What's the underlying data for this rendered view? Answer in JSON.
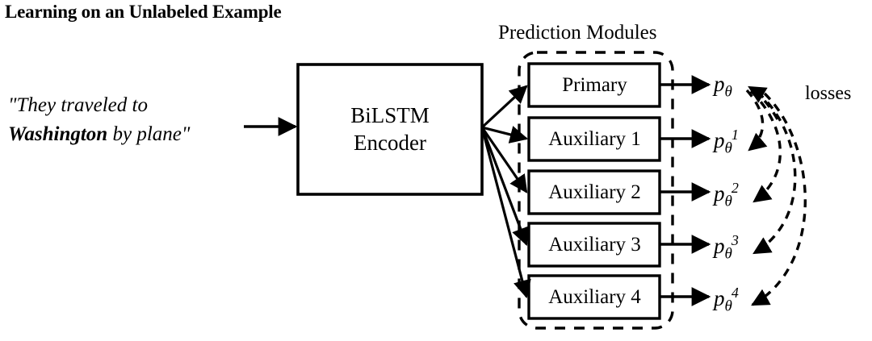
{
  "title": "Learning on an Unlabeled Example",
  "input": {
    "line1": "\"They traveled to",
    "line2_bold": "Washington",
    "line2_rest": " by plane\""
  },
  "encoder": {
    "line1": "BiLSTM",
    "line2": "Encoder"
  },
  "group": {
    "label": "Prediction Modules",
    "modules": [
      {
        "label": "Primary"
      },
      {
        "label": "Auxiliary 1"
      },
      {
        "label": "Auxiliary 2"
      },
      {
        "label": "Auxiliary 3"
      },
      {
        "label": "Auxiliary 4"
      }
    ]
  },
  "outputs": [
    {
      "base": "p",
      "sub": "θ",
      "sup": ""
    },
    {
      "base": "p",
      "sub": "θ",
      "sup": "1"
    },
    {
      "base": "p",
      "sub": "θ",
      "sup": "2"
    },
    {
      "base": "p",
      "sub": "θ",
      "sup": "3"
    },
    {
      "base": "p",
      "sub": "θ",
      "sup": "4"
    }
  ],
  "losses_label": "losses",
  "colors": {
    "stroke": "#000000",
    "background": "#ffffff"
  }
}
